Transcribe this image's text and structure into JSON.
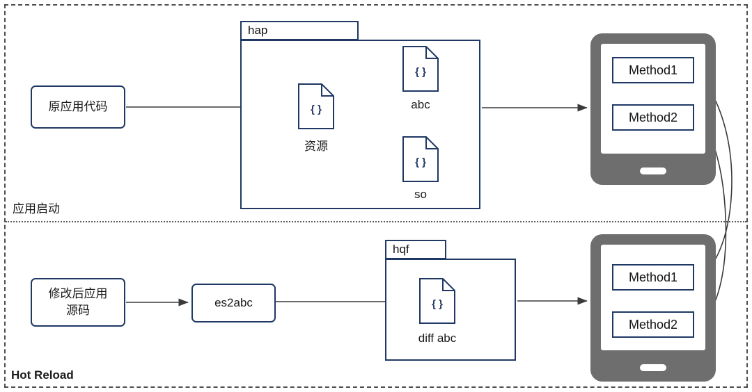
{
  "sections": {
    "top_label": "应用启动",
    "bottom_label": "Hot Reload"
  },
  "glyphs": {
    "braces": "{ }"
  },
  "top": {
    "source_box": "原应用代码",
    "folder_name": "hap",
    "resource_label": "资源",
    "abc_label": "abc",
    "so_label": "so",
    "device": {
      "method1": "Method1",
      "method2": "Method2"
    }
  },
  "bottom": {
    "source_line1": "修改后应用",
    "source_line2": "源码",
    "compiler_label": "es2abc",
    "folder_name": "hqf",
    "diff_label": "diff abc",
    "device": {
      "method1": "Method1",
      "method2": "Method2"
    }
  },
  "colors": {
    "accent_border": "#1f3864",
    "device_frame": "#6e6e6e",
    "line": "#3a3a3a"
  }
}
